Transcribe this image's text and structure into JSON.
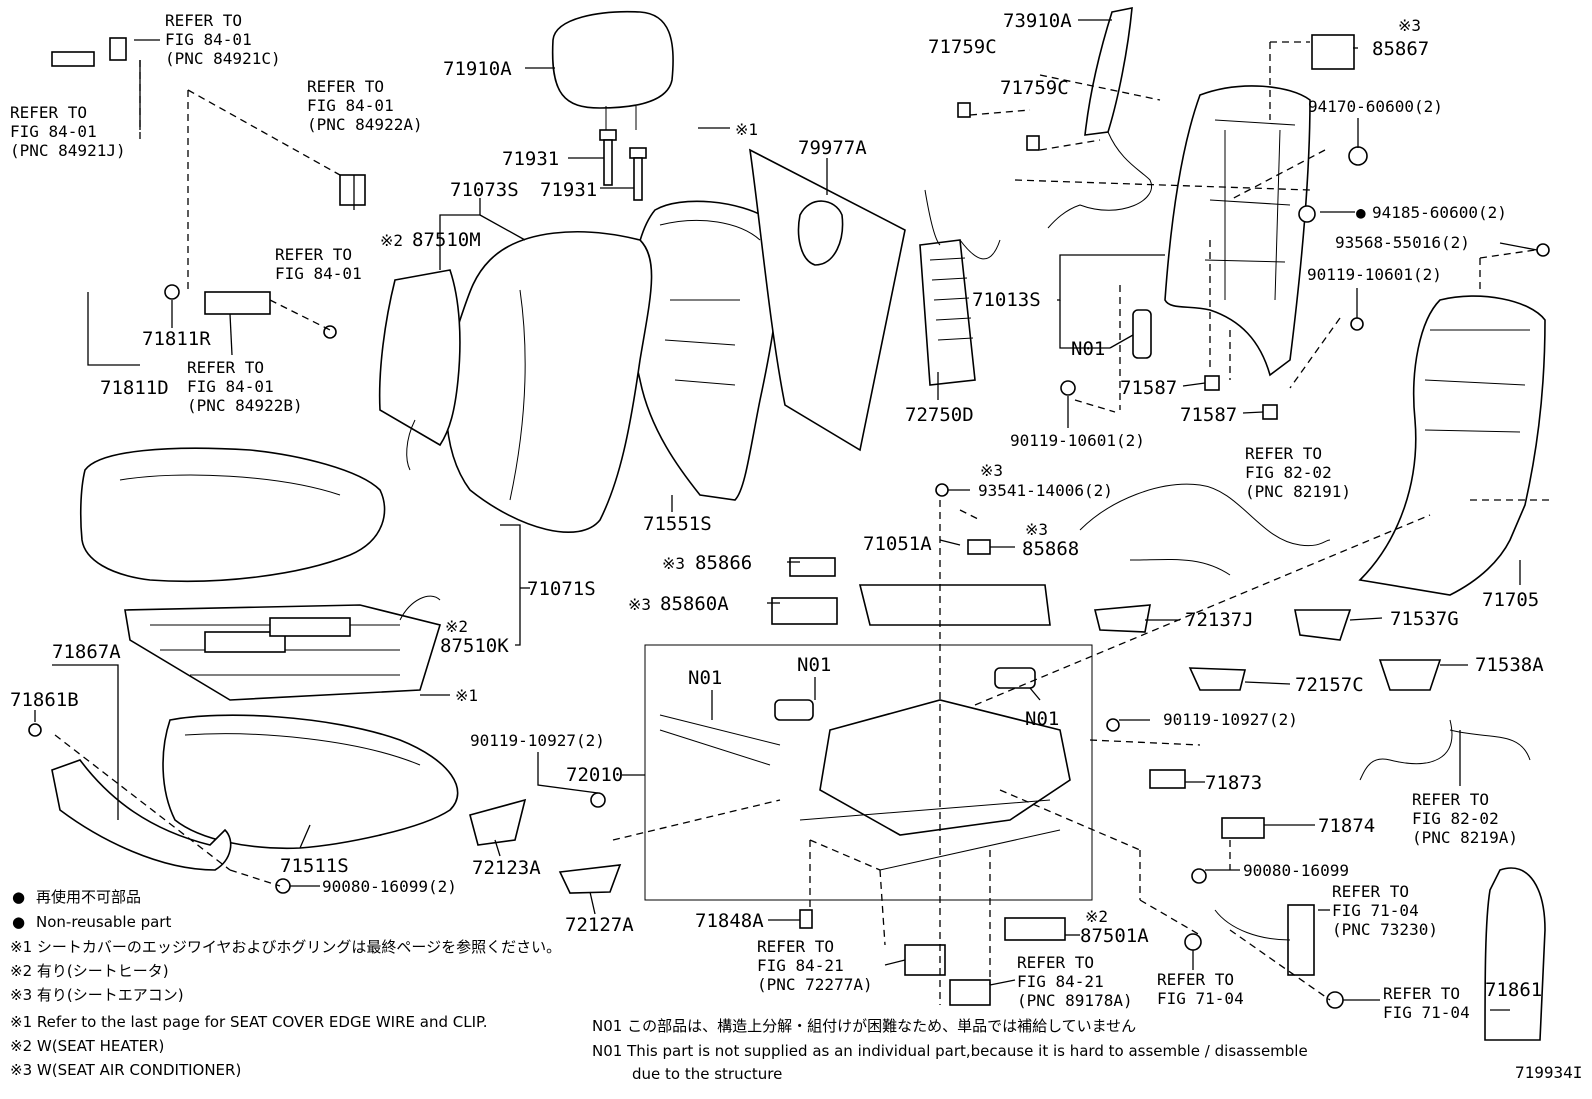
{
  "figure_id": "719934I",
  "labels": {
    "p71910A": "71910A",
    "p71931a": "71931",
    "p71931b": "71931",
    "p71073S": "71073S",
    "p87510M": "87510M",
    "p79977A": "79977A",
    "p71759Ca": "71759C",
    "p71759Cb": "71759C",
    "p73910A": "73910A",
    "p85867": "85867",
    "p94170": "94170-60600(2)",
    "p94185": "94185-60600(2)",
    "p93568": "93568-55016(2)",
    "p90119_10601a": "90119-10601(2)",
    "p90119_10601b": "90119-10601(2)",
    "p71013S": "71013S",
    "pN01a": "N01",
    "p71587a": "71587",
    "p71587b": "71587",
    "p72750D": "72750D",
    "p71811R": "71811R",
    "p71811D": "71811D",
    "p71551S": "71551S",
    "p71071S": "71071S",
    "p87510K": "87510K",
    "p93541": "93541-14006(2)",
    "p85868": "85868",
    "p71051A": "71051A",
    "p85866": "85866",
    "p85860A": "85860A",
    "p72137J": "72137J",
    "p71537G": "71537G",
    "p71705": "71705",
    "p71538A": "71538A",
    "p72157C": "72157C",
    "p71867A": "71867A",
    "p71861B": "71861B",
    "pN01b": "N01",
    "pN01c": "N01",
    "pN01d": "N01",
    "p90119_10927a": "90119-10927(2)",
    "p90119_10927b": "90119-10927(2)",
    "p72010": "72010",
    "p71873": "71873",
    "p71874": "71874",
    "p90080_16099a": "90080-16099",
    "p90080_16099b": "90080-16099(2)",
    "p71511S": "71511S",
    "p72123A": "72123A",
    "p72127A": "72127A",
    "p71848A": "71848A",
    "p87501A": "87501A",
    "p71861": "71861",
    "mark1a": "※1",
    "mark1b": "※1",
    "mark2a": "※2",
    "mark2b": "※2",
    "mark2c": "※2",
    "mark3a": "※3",
    "mark3b": "※3",
    "mark3c": "※3",
    "mark3d": "※3",
    "mark3e": "※3"
  },
  "refs": {
    "r1": [
      "REFER TO",
      "FIG 84-01",
      "(PNC 84921C)"
    ],
    "r2": [
      "REFER TO",
      "FIG 84-01",
      "(PNC 84921J)"
    ],
    "r3": [
      "REFER TO",
      "FIG 84-01",
      "(PNC 84922A)"
    ],
    "r4": [
      "REFER TO",
      "FIG 84-01"
    ],
    "r5": [
      "REFER TO",
      "FIG 84-01",
      "(PNC 84922B)"
    ],
    "r6": [
      "REFER TO",
      "FIG 82-02",
      "(PNC 82191)"
    ],
    "r7": [
      "REFER TO",
      "FIG 82-02",
      "(PNC 8219A)"
    ],
    "r8": [
      "REFER TO",
      "FIG 71-04",
      "(PNC 73230)"
    ],
    "r9": [
      "REFER TO",
      "FIG 84-21",
      "(PNC 72277A)"
    ],
    "r10": [
      "REFER TO",
      "FIG 84-21",
      "(PNC 89178A)"
    ],
    "r11": [
      "REFER TO",
      "FIG 71-04"
    ],
    "r12": [
      "REFER TO",
      "FIG 71-04"
    ]
  },
  "legend": {
    "nonreusable_jp": "再使用不可部品",
    "nonreusable_en": "Non-reusable part",
    "note1_jp": "※1 シートカバーのエッジワイヤおよびホグリングは最終ページを参照ください。",
    "note2_jp": "※2 有り(シートヒータ)",
    "note3_jp": "※3 有り(シートエアコン)",
    "note1_en": "※1  Refer to the last page for SEAT COVER EDGE WIRE and CLIP.",
    "note2_en": "※2  W(SEAT HEATER)",
    "note3_en": "※3  W(SEAT AIR CONDITIONER)",
    "n01_jp": "N01 この部品は、構造上分解・組付けが困難なため、単品では補給していません",
    "n01_en_1": "N01 This part is not supplied as an individual part,because it is hard to assemble / disassemble",
    "n01_en_2": "due to the structure"
  }
}
